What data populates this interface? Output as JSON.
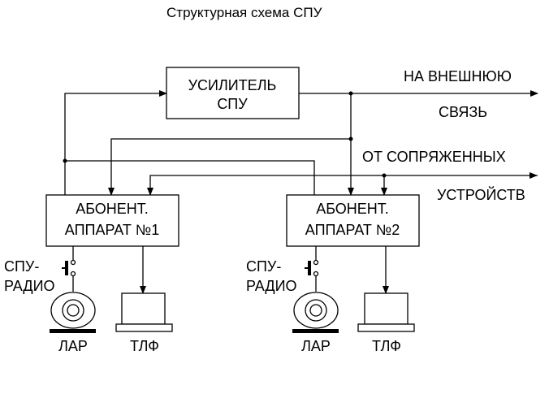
{
  "title": "Структурная схема СПУ",
  "amplifier": {
    "line1": "УСИЛИТЕЛЬ",
    "line2": "СПУ"
  },
  "subscriber1": {
    "line1": "АБОНЕНТ.",
    "line2": "АППАРАТ №1"
  },
  "subscriber2": {
    "line1": "АБОНЕНТ.",
    "line2": "АППАРАТ №2"
  },
  "external": {
    "line1": "НА  ВНЕШНЮЮ",
    "line2": "СВЯЗЬ"
  },
  "coupled": {
    "line1": "ОТ  СОПРЯЖЕННЫХ",
    "line2": "УСТРОЙСТВ"
  },
  "switch1": {
    "line1": "СПУ-",
    "line2": "РАДИО"
  },
  "switch2": {
    "line1": "СПУ-",
    "line2": "РАДИО"
  },
  "headset1": "ЛАР",
  "headset2": "ЛАР",
  "phone1": "ТЛФ",
  "phone2": "ТЛФ"
}
